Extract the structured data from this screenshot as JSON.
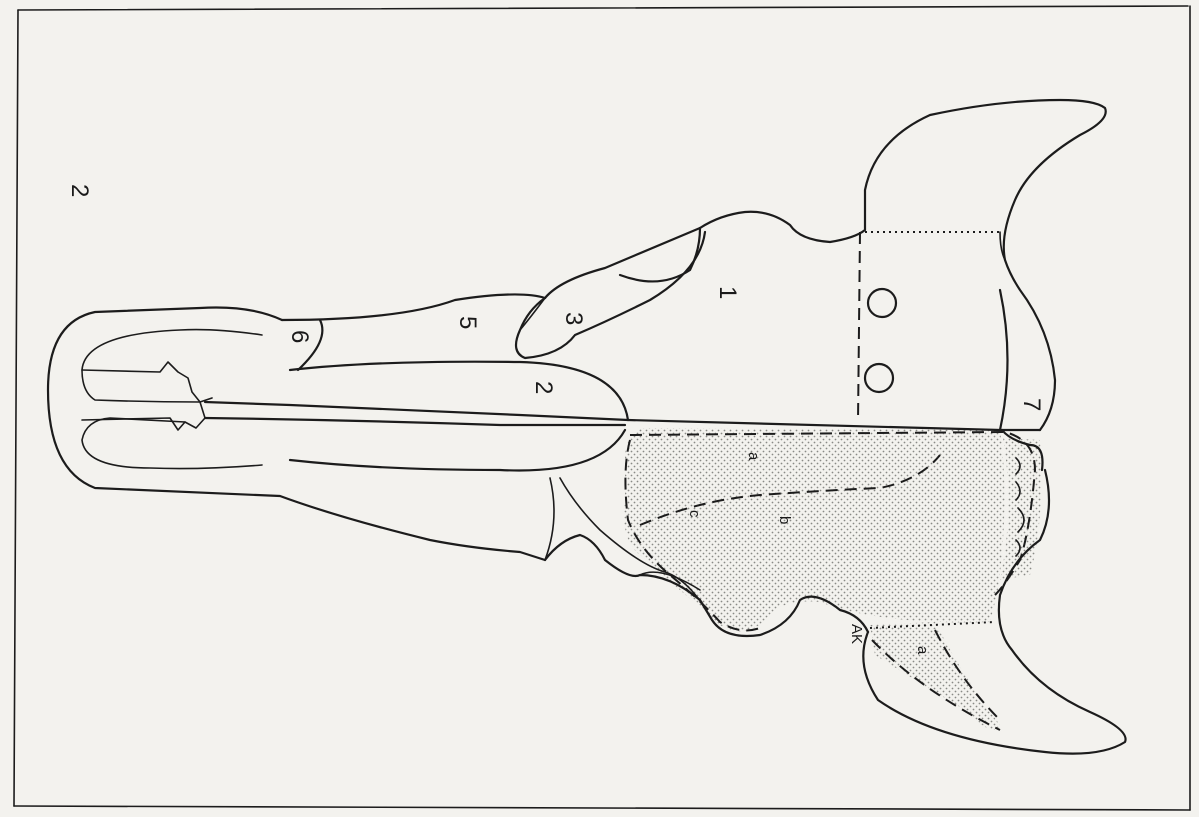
{
  "figure_number": "2",
  "labels": {
    "l1": "1",
    "l2": "2",
    "l3": "3",
    "l5": "5",
    "l6": "6",
    "l7": "7",
    "a_upper": "a",
    "b_mid": "b",
    "c_mid": "c",
    "a_horn": "a",
    "ak": "AK"
  },
  "colors": {
    "line": "#1c1c1c",
    "paper": "#f3f2ee",
    "stipple": "#8a8a86"
  }
}
